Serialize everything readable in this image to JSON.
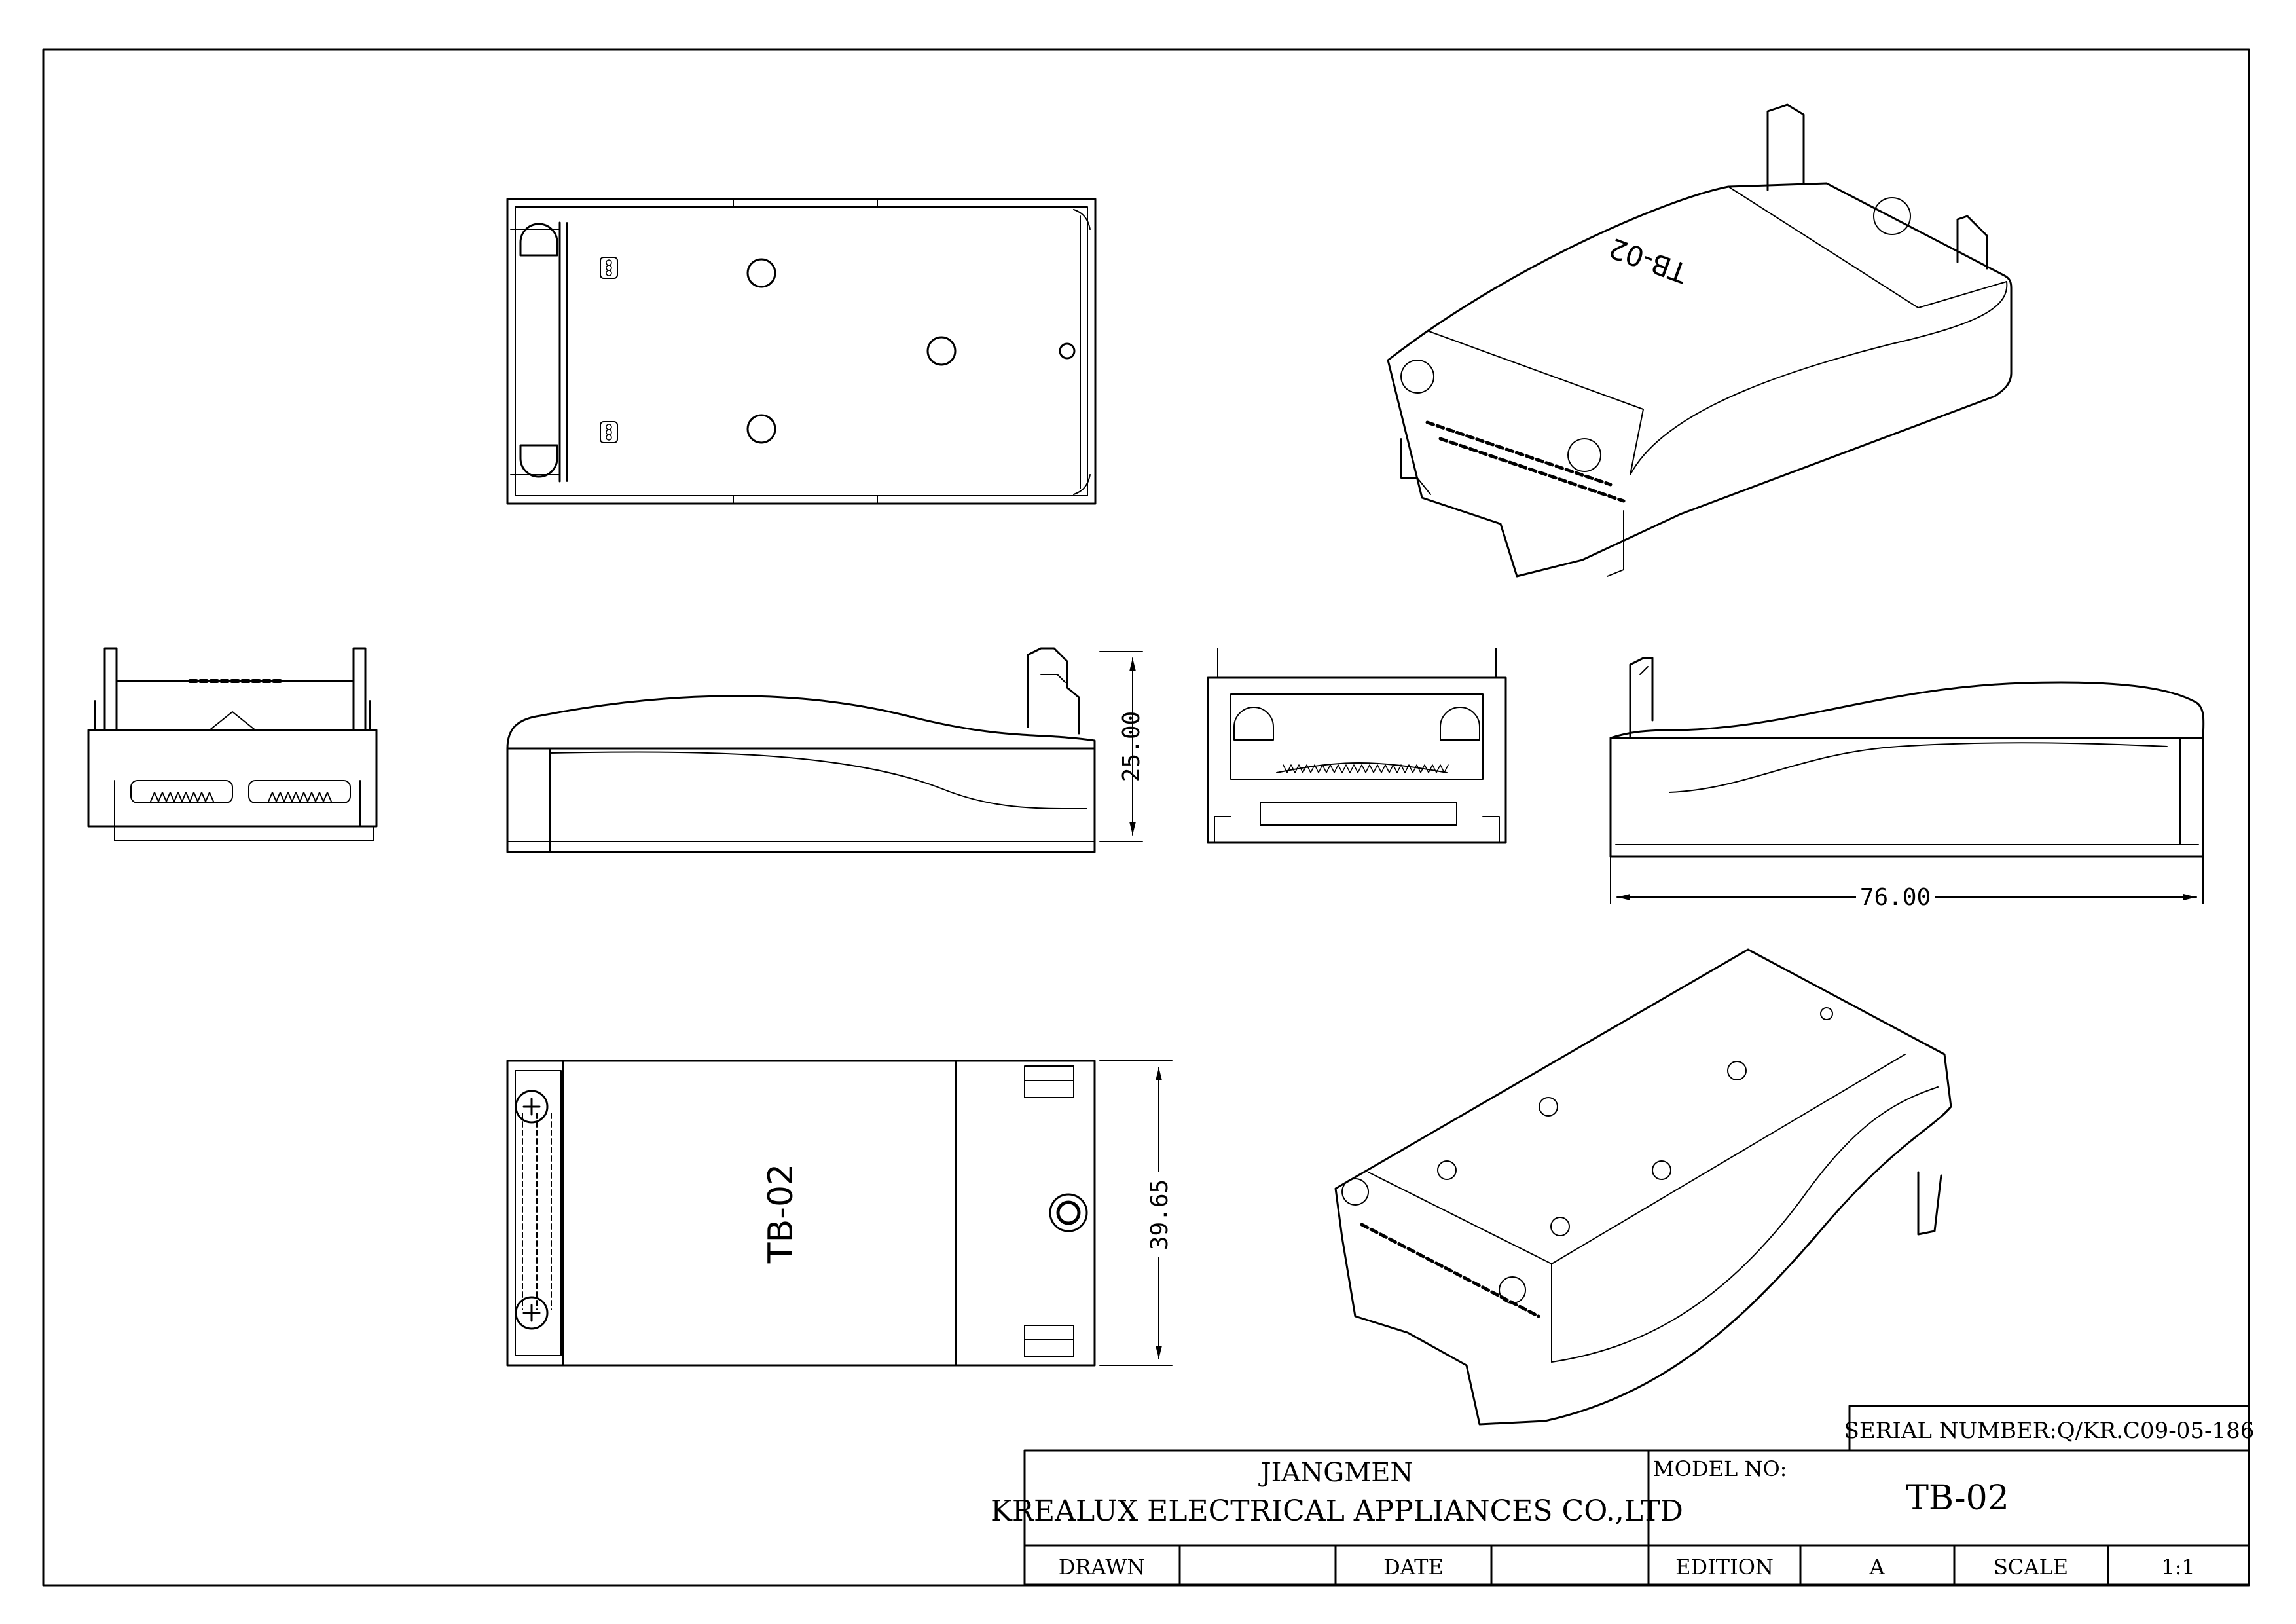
{
  "dimensions": {
    "height": "25.00",
    "length": "76.00",
    "width": "39.65"
  },
  "part_marking": "TB-02",
  "title_block": {
    "serial_number": "SERIAL NUMBER:Q/KR.C09-05-186",
    "company_city": "JIANGMEN",
    "company_name": "KREALUX ELECTRICAL APPLIANCES CO.,LTD",
    "model_label": "MODEL NO:",
    "model_value": "TB-02",
    "drawn_label": "DRAWN",
    "drawn_value": "",
    "date_label": "DATE",
    "date_value": "",
    "edition_label": "EDITION",
    "edition_value": "A",
    "scale_label": "SCALE",
    "scale_value": "1:1"
  }
}
